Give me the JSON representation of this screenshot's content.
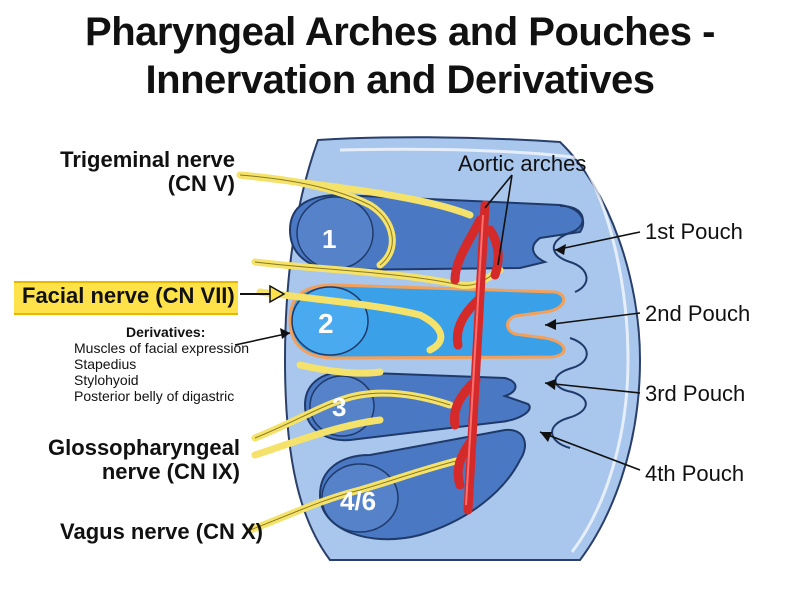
{
  "title_line1": "Pharyngeal Arches and Pouches -",
  "title_line2": "Innervation and Derivatives",
  "nerves": {
    "trigeminal_line1": "Trigeminal nerve",
    "trigeminal_line2": "(CN V)",
    "facial": "Facial nerve (CN VII)",
    "glosso_line1": "Glossopharyngeal",
    "glosso_line2": "nerve (CN IX)",
    "vagus": "Vagus nerve (CN X)"
  },
  "derivatives": {
    "heading": "Derivatives:",
    "items": [
      "Muscles of facial expression",
      "Stapedius",
      "Stylohyoid",
      "Posterior belly of digastric"
    ]
  },
  "aortic_arches": "Aortic arches",
  "pouches": [
    "1st Pouch",
    "2nd Pouch",
    "3rd Pouch",
    "4th Pouch"
  ],
  "arches": [
    "1",
    "2",
    "3",
    "4/6"
  ],
  "colors": {
    "arch_blue": "#4a78c2",
    "pouch_bg": "#a9c6ec",
    "highlight_arch": "#3aa0e8",
    "nerve_yellow": "#f4e26a",
    "artery_red": "#d42a2a",
    "facial_highlight": "#ffe14a"
  }
}
